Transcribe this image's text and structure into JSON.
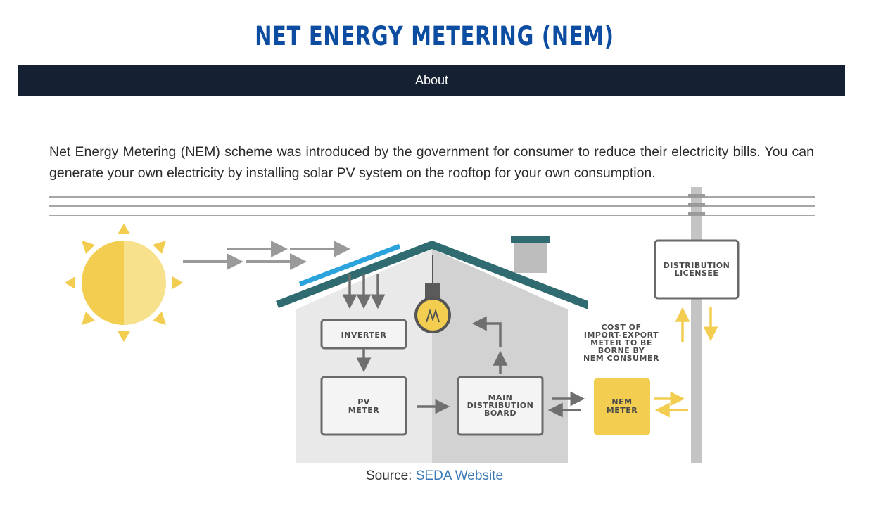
{
  "header": {
    "title": "NET ENERGY METERING (NEM)"
  },
  "nav": {
    "items": [
      {
        "label": "About"
      }
    ]
  },
  "intro": {
    "text": "Net Energy Metering (NEM) scheme was introduced by the government for consumer to reduce their electricity bills. You can generate your own electricity by installing solar PV system on the rooftop for your own consumption."
  },
  "diagram": {
    "inverter": "INVERTER",
    "pv_meter": [
      "PV",
      "METER"
    ],
    "main_board": [
      "MAIN",
      "DISTRIBUTION",
      "BOARD"
    ],
    "nem_meter": [
      "NEM",
      "METER"
    ],
    "distribution": [
      "DISTRIBUTION",
      "LICENSEE"
    ],
    "cost_note": [
      "COST OF",
      "IMPORT-EXPORT",
      "METER TO BE",
      "BORNE BY",
      "NEM CONSUMER"
    ],
    "icons": [
      "sun-icon",
      "light-bulb-icon",
      "solar-panel",
      "power-pole"
    ],
    "colors": {
      "accent_yellow": "#f2cd50",
      "roof_teal": "#2f6b70",
      "panel_blue": "#2ba3dc",
      "box_border": "#6a6a6a"
    }
  },
  "source": {
    "label": "Source:",
    "link_text": "SEDA Website"
  }
}
